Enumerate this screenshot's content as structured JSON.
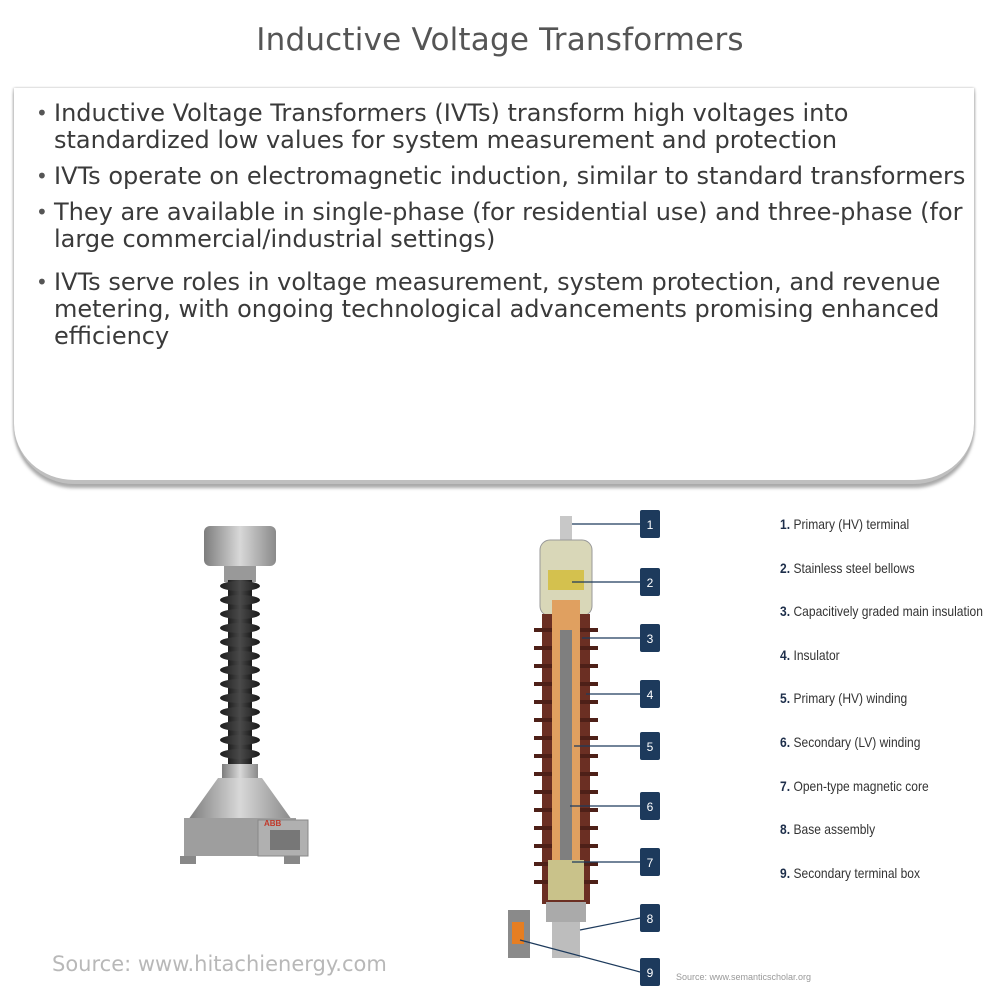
{
  "title": "Inductive Voltage Transformers",
  "bullets": [
    "Inductive Voltage Transformers (IVTs) transform high voltages into standardized low values for system measurement and protection",
    "IVTs operate on electromagnetic induction, similar to standard transformers",
    "They are available in single-phase (for residential use) and three-phase (for large commercial/industrial settings)",
    "IVTs serve roles in voltage measurement, system protection, and revenue metering, with ongoing technological advancements promising enhanced efficiency"
  ],
  "photo": {
    "brand": "ABB",
    "source": "Source: www.hitachienergy.com"
  },
  "diagram": {
    "markers": [
      "1",
      "2",
      "3",
      "4",
      "5",
      "6",
      "7",
      "8",
      "9"
    ],
    "legend": [
      {
        "num": "1.",
        "label": "Primary (HV) terminal"
      },
      {
        "num": "2.",
        "label": "Stainless steel bellows"
      },
      {
        "num": "3.",
        "label": "Capacitively graded main insulation"
      },
      {
        "num": "4.",
        "label": "Insulator"
      },
      {
        "num": "5.",
        "label": "Primary (HV) winding"
      },
      {
        "num": "6.",
        "label": "Secondary (LV) winding"
      },
      {
        "num": "7.",
        "label": "Open-type magnetic core"
      },
      {
        "num": "8.",
        "label": "Base assembly"
      },
      {
        "num": "9.",
        "label": "Secondary terminal box"
      }
    ],
    "source": "Source: www.semanticscholar.org"
  },
  "colors": {
    "marker": "#1d3a5c",
    "insulator": "#6b2f23",
    "winding": "#e0a060"
  }
}
